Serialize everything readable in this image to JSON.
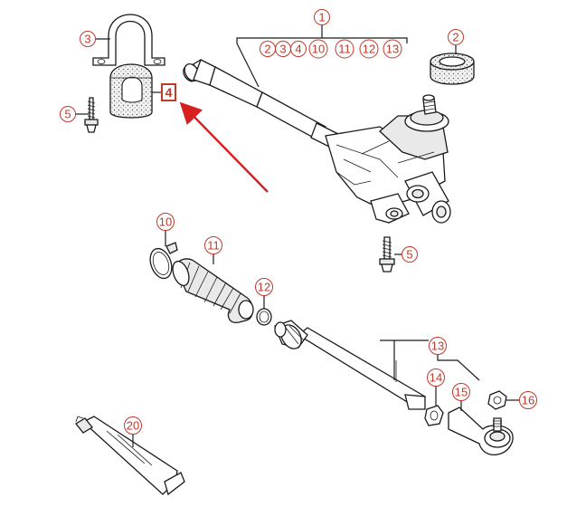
{
  "diagram": {
    "accent_color": "#c0392b",
    "callouts": [
      {
        "id": "c1",
        "text": "1"
      },
      {
        "id": "c2",
        "text": "2"
      },
      {
        "id": "c3",
        "text": "3"
      },
      {
        "id": "c4",
        "text": "4"
      },
      {
        "id": "c5a",
        "text": "5"
      },
      {
        "id": "c5b",
        "text": "5"
      },
      {
        "id": "c10",
        "text": "10"
      },
      {
        "id": "c11",
        "text": "11"
      },
      {
        "id": "c12",
        "text": "12"
      },
      {
        "id": "c13",
        "text": "13"
      },
      {
        "id": "c14",
        "text": "14"
      },
      {
        "id": "c15",
        "text": "15"
      },
      {
        "id": "c16",
        "text": "16"
      },
      {
        "id": "c20",
        "text": "20"
      }
    ],
    "group_1_members": [
      "2",
      "3",
      "4",
      "10",
      "11",
      "12",
      "13"
    ],
    "highlighted_callout": "4"
  }
}
